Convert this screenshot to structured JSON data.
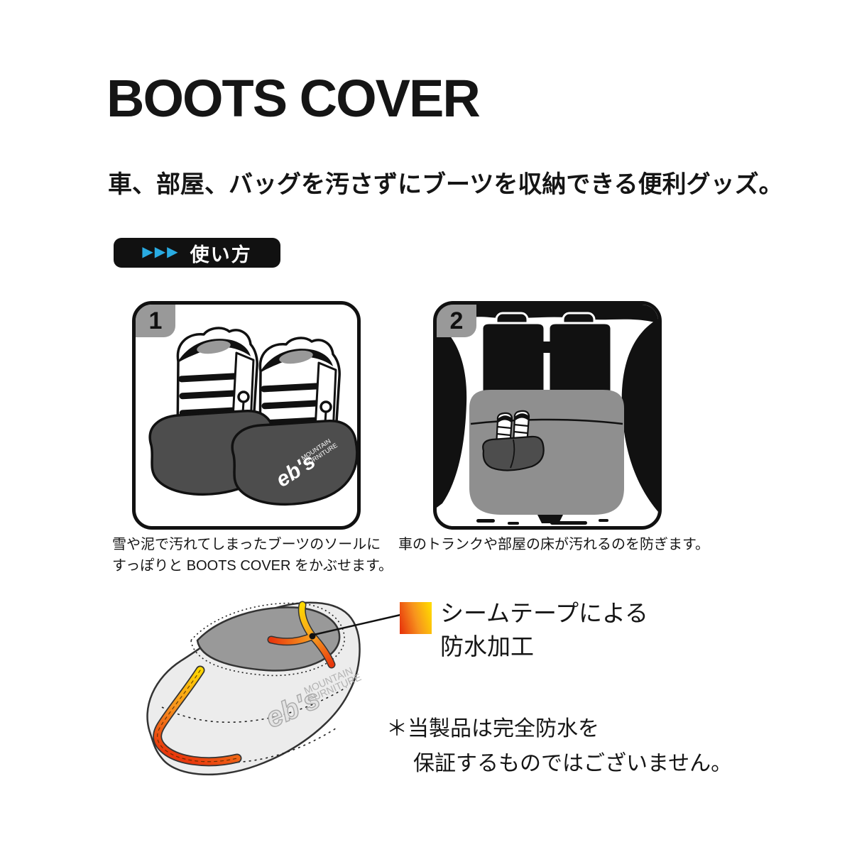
{
  "page": {
    "title": "BOOTS COVER",
    "subtitle": "車、部屋、バッグを汚さずにブーツを収納できる便利グッズ。",
    "usage": {
      "arrows": "▶▶▶",
      "label": "使い方"
    }
  },
  "steps": [
    {
      "number": "1",
      "caption_lines": [
        "雪や泥で汚れてしまったブーツのソールに",
        "すっぽりと BOOTS COVER をかぶせます。"
      ],
      "illustration": "snowboard-boots-wearing-boots-cover"
    },
    {
      "number": "2",
      "caption_lines": [
        "車のトランクや部屋の床が汚れるのを防ぎます。"
      ],
      "illustration": "covered-boots-placed-in-car-trunk"
    }
  ],
  "seam_tape": {
    "label_lines": [
      "シームテープによる",
      "防水加工"
    ],
    "swatch_colors": [
      "#e8380d",
      "#f7931e",
      "#ffd800"
    ]
  },
  "disclaimer_lines": [
    "＊当製品は完全防水を",
    "保証するものではございません。"
  ],
  "brand": {
    "name": "eb's",
    "sub_line1": "MOUNTAIN",
    "sub_line2": "FURNITURE"
  },
  "colors": {
    "arrow_accent": "#29abe2",
    "badge_gray": "#999999",
    "cover_dark_gray": "#4d4d4d",
    "trunk_gray": "#8f8f8f",
    "cover_body_gray": "#ececec",
    "opening_gray": "#999999",
    "outline_black": "#111111"
  }
}
